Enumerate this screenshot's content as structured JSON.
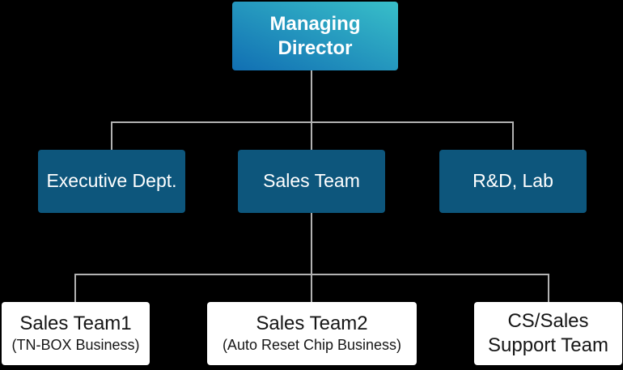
{
  "colors": {
    "background": "#000000",
    "connector": "#b2b2b2",
    "root_gradient_start": "#116fb3",
    "root_gradient_end": "#38bfc9",
    "department_fill": "#0d567c",
    "team_fill": "#ffffff",
    "root_text": "#ffffff",
    "department_text": "#ffffff",
    "team_text": "#161616"
  },
  "chart": {
    "root": {
      "title": "Managing Director"
    },
    "departments": [
      {
        "title": "Executive Dept."
      },
      {
        "title": "Sales Team"
      },
      {
        "title": "R&D, Lab"
      }
    ],
    "teams": [
      {
        "title": "Sales Team1",
        "subtitle": "(TN-BOX Business)"
      },
      {
        "title": "Sales Team2",
        "subtitle": "(Auto Reset Chip Business)"
      },
      {
        "title": "CS/Sales Support Team",
        "subtitle": ""
      }
    ]
  }
}
